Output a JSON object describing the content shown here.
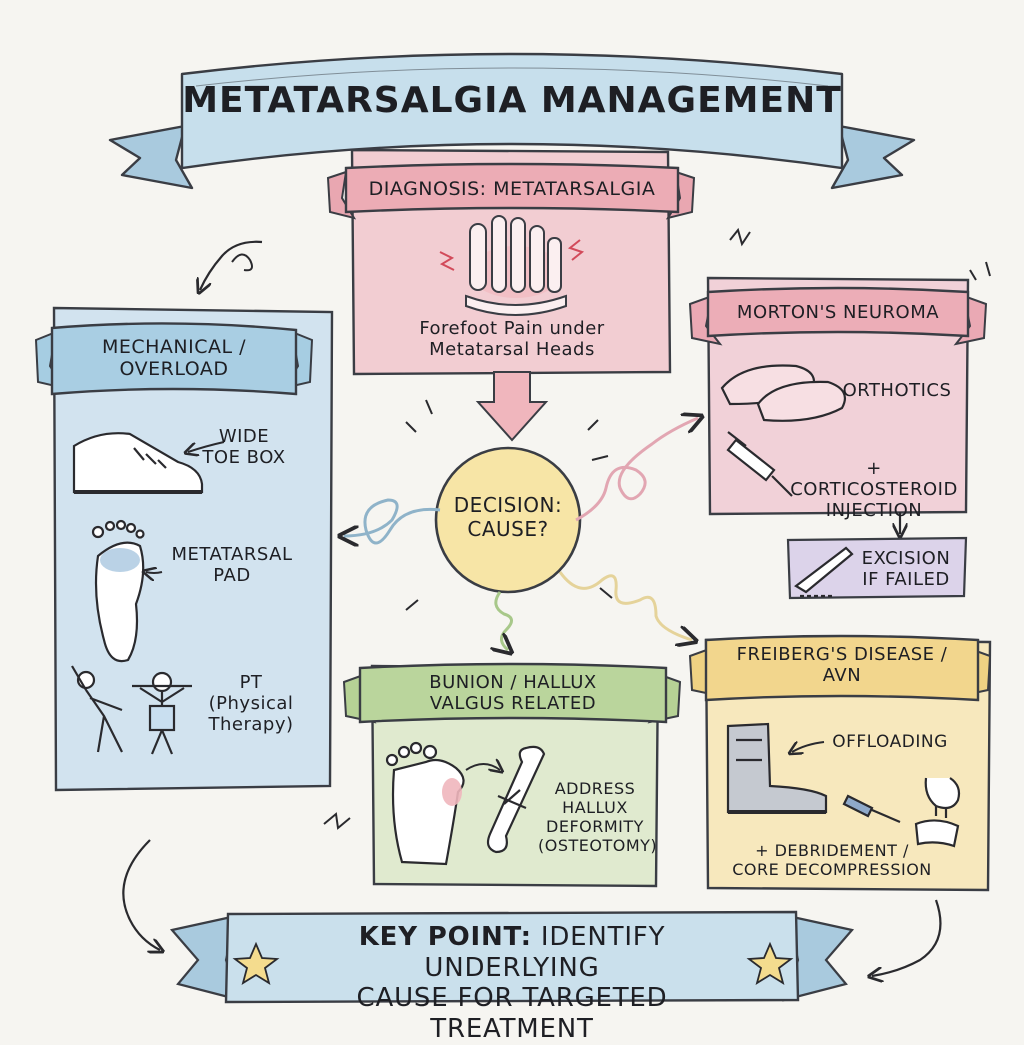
{
  "title": "METATARSALGIA MANAGEMENT",
  "diagnosis": {
    "label": "DIAGNOSIS: METATARSALGIA",
    "body_line1": "Forefoot Pain under",
    "body_line2": "Metatarsal Heads"
  },
  "decision": {
    "line1": "DECISION:",
    "line2": "CAUSE?"
  },
  "mechanical": {
    "label_line1": "MECHANICAL /",
    "label_line2": "OVERLOAD",
    "items": [
      {
        "line1": "WIDE",
        "line2": "TOE BOX",
        "icon": "shoe-icon"
      },
      {
        "line1": "METATARSAL",
        "line2": "PAD",
        "icon": "foot-sole-icon"
      },
      {
        "line1": "PT",
        "line2": "(Physical",
        "line3": "Therapy)",
        "icon": "stretching-people-icon"
      }
    ]
  },
  "morton": {
    "label": "MORTON'S NEUROMA",
    "items": [
      {
        "line1": "ORTHOTICS",
        "icon": "insole-icon"
      },
      {
        "line1": "+ CORTICOSTEROID",
        "line2": "INJECTION",
        "icon": "syringe-icon"
      }
    ],
    "excision": {
      "line1": "EXCISION",
      "line2": "IF FAILED",
      "icon": "scalpel-icon"
    }
  },
  "bunion": {
    "label_line1": "BUNION / HALLUX",
    "label_line2": "VALGUS RELATED",
    "item": {
      "line1": "ADDRESS",
      "line2": "HALLUX",
      "line3": "DEFORMITY",
      "line4": "(OSTEOTOMY)"
    }
  },
  "freiberg": {
    "label_line1": "FREIBERG'S DISEASE /",
    "label_line2": "AVN",
    "items": [
      {
        "line1": "OFFLOADING",
        "icon": "walking-boot-icon"
      },
      {
        "line1": "+ DEBRIDEMENT /",
        "line2": "CORE DECOMPRESSION",
        "icon": "drill-icon"
      }
    ]
  },
  "keypoint": {
    "bold": "KEY POINT:",
    "line1_rest": " IDENTIFY UNDERLYING",
    "line2": "CAUSE FOR TARGETED TREATMENT"
  },
  "colors": {
    "pink": "#f1cbd0",
    "pink_ribbon": "#eba9b2",
    "blue": "#d1e2ef",
    "blue_ribbon": "#a8cde2",
    "green": "#dfe9cf",
    "green_ribbon": "#b9d49b",
    "yellow": "#f6e7ba",
    "yellow_ribbon": "#f1d489",
    "decision": "#f7e6a8",
    "purple": "#dcd2ea"
  }
}
